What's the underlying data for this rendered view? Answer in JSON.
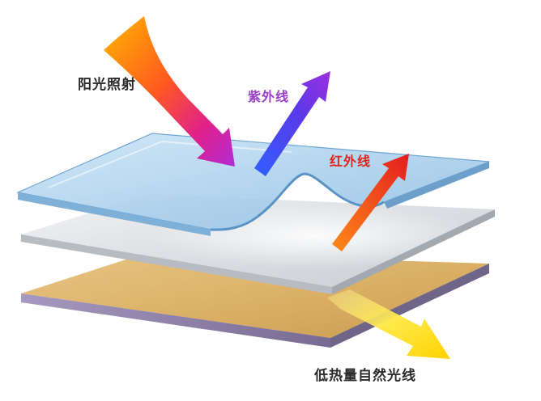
{
  "labels": {
    "sunlight": "阳光照射",
    "uv": "紫外线",
    "ir": "红外线",
    "low_heat": "低热量自然光线"
  },
  "colors": {
    "label_dark": "#2a2a2a",
    "uv_label": "#9b3fc9",
    "ir_label": "#e0251b",
    "glass_top": "#b9d9ef",
    "glass_edge": "#7fb2d8",
    "film_silver": "#e3e6ea",
    "base_gold": "#ddb46a",
    "base_edge": "#8f82a8"
  },
  "icons": [
    "sun-ray-arrow",
    "uv-arrow",
    "ir-arrow",
    "transmitted-light-arrow"
  ]
}
